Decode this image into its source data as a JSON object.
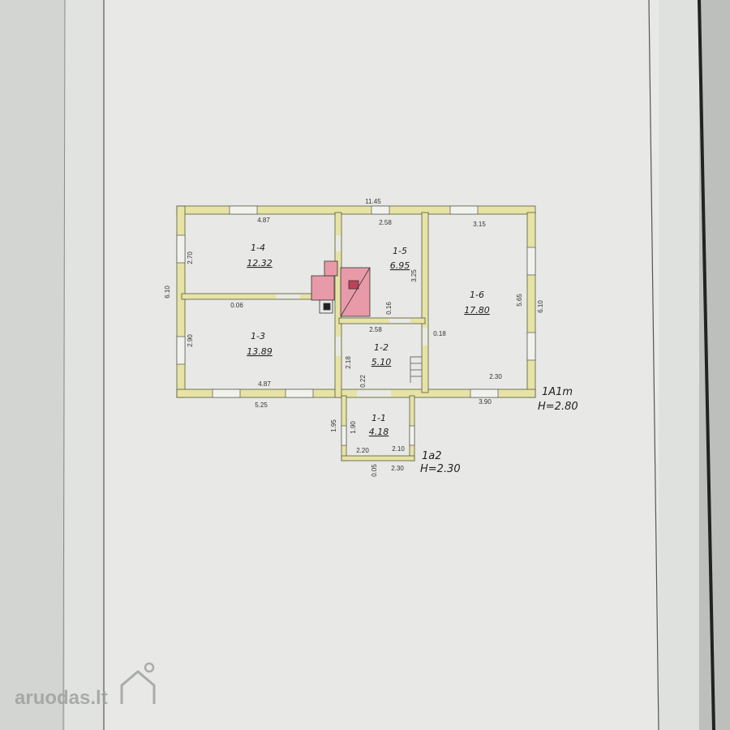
{
  "colors": {
    "wall": "#e6e3a4",
    "wall_edge": "#555a44",
    "stove": "#e89aa8",
    "page": "#e8e9e6"
  },
  "plan": {
    "overall_width": "11.45",
    "rooms": [
      {
        "id": "1-1",
        "area": "4.18"
      },
      {
        "id": "1-2",
        "area": "5.10"
      },
      {
        "id": "1-3",
        "area": "13.89"
      },
      {
        "id": "1-4",
        "area": "12.32"
      },
      {
        "id": "1-5",
        "area": "6.95"
      },
      {
        "id": "1-6",
        "area": "17.80"
      }
    ],
    "building_label": "1A1m",
    "building_height": "H=2.80",
    "porch_label": "1a2",
    "porch_height": "H=2.30",
    "dims": {
      "r14_top": "4.87",
      "r15_top": "2.58",
      "r16_top": "3.15",
      "left_upper": "2.70",
      "left_total": "6.10",
      "left_lower": "2.90",
      "partition": "0.06",
      "r15_side": "3.25",
      "stair_note": "0.16",
      "corridor": "2.58",
      "wall_t": "0.18",
      "r16_side": "5.65",
      "right_total": "6.10",
      "r12_side": "2.18",
      "r12_gap": "0.22",
      "r13_bottom": "4.87",
      "r16_bottom": "2.30",
      "bottom_left": "5.25",
      "bottom_right": "3.90",
      "porch_outer": "1.95",
      "porch_inner": "1.90",
      "porch_w_in": "2.20",
      "porch_w_in2": "2.10",
      "porch_w_out": "2.30",
      "porch_t": "0.05"
    }
  },
  "watermark": "aruodas.lt"
}
